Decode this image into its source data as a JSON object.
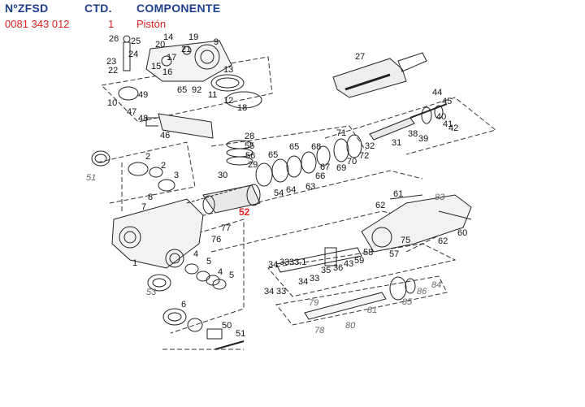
{
  "header": {
    "col_code": "NºZFSD",
    "col_qty": "CTD.",
    "col_component": "COMPONENTE"
  },
  "selected_part": {
    "code": "0081 343 012",
    "qty": "1",
    "name": "Pistón"
  },
  "colors": {
    "header": "#1d3f8f",
    "selected": "#e02020",
    "label": "#111111",
    "italic_label": "#666666",
    "line": "#222222"
  },
  "labels": [
    {
      "id": "26",
      "text": "26"
    },
    {
      "id": "25",
      "text": "25"
    },
    {
      "id": "24",
      "text": "24"
    },
    {
      "id": "23",
      "text": "23"
    },
    {
      "id": "22",
      "text": "22"
    },
    {
      "id": "14",
      "text": "14"
    },
    {
      "id": "19",
      "text": "19"
    },
    {
      "id": "20",
      "text": "20"
    },
    {
      "id": "21",
      "text": "21"
    },
    {
      "id": "9",
      "text": "9"
    },
    {
      "id": "17",
      "text": "17"
    },
    {
      "id": "15",
      "text": "15"
    },
    {
      "id": "16",
      "text": "16"
    },
    {
      "id": "13",
      "text": "13"
    },
    {
      "id": "65a",
      "text": "65"
    },
    {
      "id": "92",
      "text": "92"
    },
    {
      "id": "11",
      "text": "11"
    },
    {
      "id": "12",
      "text": "12"
    },
    {
      "id": "18",
      "text": "18"
    },
    {
      "id": "27",
      "text": "27"
    },
    {
      "id": "10",
      "text": "10"
    },
    {
      "id": "49",
      "text": "49"
    },
    {
      "id": "47",
      "text": "47"
    },
    {
      "id": "48",
      "text": "48"
    },
    {
      "id": "46",
      "text": "46"
    },
    {
      "id": "44",
      "text": "44"
    },
    {
      "id": "45",
      "text": "45"
    },
    {
      "id": "40",
      "text": "40"
    },
    {
      "id": "41",
      "text": "41"
    },
    {
      "id": "42",
      "text": "42"
    },
    {
      "id": "38",
      "text": "38"
    },
    {
      "id": "39",
      "text": "39"
    },
    {
      "id": "31",
      "text": "31"
    },
    {
      "id": "32",
      "text": "32"
    },
    {
      "id": "71",
      "text": "71"
    },
    {
      "id": "72",
      "text": "72"
    },
    {
      "id": "70",
      "text": "70"
    },
    {
      "id": "69",
      "text": "69"
    },
    {
      "id": "68",
      "text": "68"
    },
    {
      "id": "65b",
      "text": "65"
    },
    {
      "id": "67",
      "text": "67"
    },
    {
      "id": "66",
      "text": "66"
    },
    {
      "id": "65c",
      "text": "65"
    },
    {
      "id": "63",
      "text": "63"
    },
    {
      "id": "28",
      "text": "28"
    },
    {
      "id": "55",
      "text": "55"
    },
    {
      "id": "56",
      "text": "56"
    },
    {
      "id": "29",
      "text": "29"
    },
    {
      "id": "30",
      "text": "30"
    },
    {
      "id": "54",
      "text": "54"
    },
    {
      "id": "64",
      "text": "64"
    },
    {
      "id": "52",
      "text": "52"
    },
    {
      "id": "51",
      "text": "51"
    },
    {
      "id": "2a",
      "text": "2"
    },
    {
      "id": "2b",
      "text": "2"
    },
    {
      "id": "3",
      "text": "3"
    },
    {
      "id": "8",
      "text": "8"
    },
    {
      "id": "7",
      "text": "7"
    },
    {
      "id": "61",
      "text": "61"
    },
    {
      "id": "62a",
      "text": "62"
    },
    {
      "id": "83",
      "text": "83"
    },
    {
      "id": "77",
      "text": "77"
    },
    {
      "id": "76",
      "text": "76"
    },
    {
      "id": "75",
      "text": "75"
    },
    {
      "id": "62b",
      "text": "62"
    },
    {
      "id": "60",
      "text": "60"
    },
    {
      "id": "58",
      "text": "58"
    },
    {
      "id": "57",
      "text": "57"
    },
    {
      "id": "1",
      "text": "1"
    },
    {
      "id": "4a",
      "text": "4"
    },
    {
      "id": "5a",
      "text": "5"
    },
    {
      "id": "4b",
      "text": "4"
    },
    {
      "id": "5b",
      "text": "5"
    },
    {
      "id": "34a",
      "text": "34"
    },
    {
      "id": "33a",
      "text": "33"
    },
    {
      "id": "33_1",
      "text": "33.1"
    },
    {
      "id": "35",
      "text": "35"
    },
    {
      "id": "36",
      "text": "36"
    },
    {
      "id": "43",
      "text": "43"
    },
    {
      "id": "59",
      "text": "59"
    },
    {
      "id": "34b",
      "text": "34"
    },
    {
      "id": "33b",
      "text": "33"
    },
    {
      "id": "34c",
      "text": "34"
    },
    {
      "id": "33c",
      "text": "33"
    },
    {
      "id": "53",
      "text": "53"
    },
    {
      "id": "6",
      "text": "6"
    },
    {
      "id": "79",
      "text": "79"
    },
    {
      "id": "81",
      "text": "81"
    },
    {
      "id": "85",
      "text": "85"
    },
    {
      "id": "86",
      "text": "86"
    },
    {
      "id": "84",
      "text": "84"
    },
    {
      "id": "78",
      "text": "78"
    },
    {
      "id": "80",
      "text": "80"
    },
    {
      "id": "50",
      "text": "50"
    },
    {
      "id": "51b",
      "text": "51"
    },
    {
      "id": "52s",
      "text": "52"
    }
  ]
}
